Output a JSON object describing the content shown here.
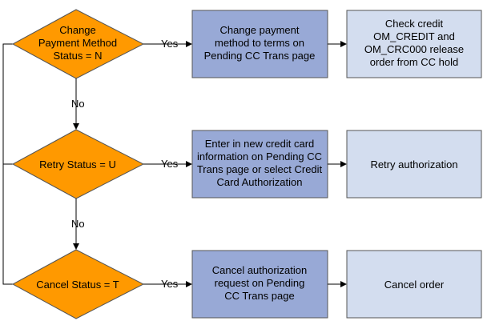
{
  "colors": {
    "decision": "#FF9900",
    "action": "#98A9D6",
    "result": "#D3DDEF"
  },
  "rows": [
    {
      "decision": [
        "Change",
        "Payment Method",
        "Status = N"
      ],
      "yes_label": "Yes",
      "action": [
        "Change payment",
        "method to terms on",
        "Pending CC Trans page"
      ],
      "result": [
        "Check credit",
        "OM_CREDIT and",
        "OM_CRC000 release",
        "order from CC hold"
      ]
    },
    {
      "decision": [
        "Retry Status = U"
      ],
      "yes_label": "Yes",
      "action": [
        "Enter in new credit card",
        "information on Pending CC",
        "Trans page or select Credit",
        "Card Authorization"
      ],
      "result": [
        "Retry authorization"
      ]
    },
    {
      "decision": [
        "Cancel Status = T"
      ],
      "yes_label": "Yes",
      "action": [
        "Cancel authorization",
        "request on Pending",
        "CC Trans page"
      ],
      "result": [
        "Cancel order"
      ]
    }
  ],
  "no_labels": [
    "No",
    "No"
  ]
}
